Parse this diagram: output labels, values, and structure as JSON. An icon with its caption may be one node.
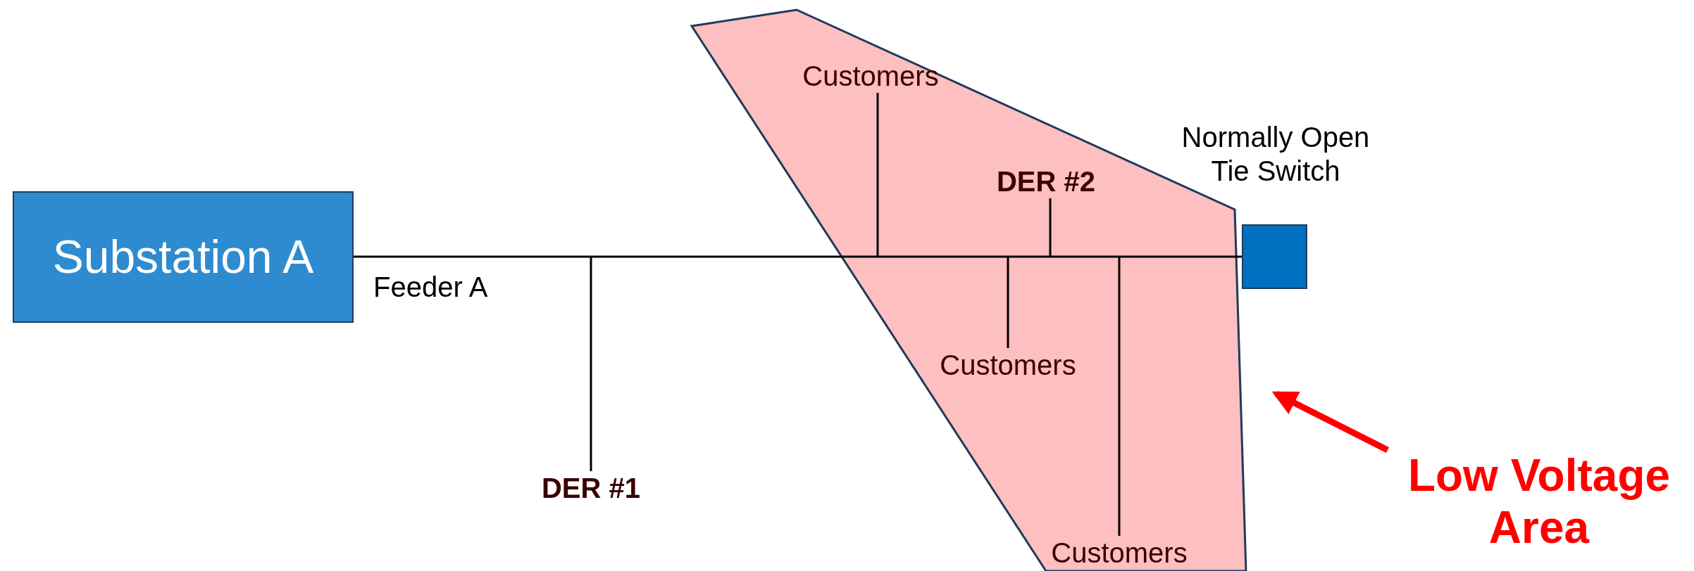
{
  "diagram": {
    "nodes": [
      {
        "text": [
          "Customers"
        ]
      },
      {
        "text": [
          "Normally Open Tie Switch"
        ]
      },
      {
        "text": [
          "DER #2"
        ]
      },
      {
        "text": [
          "Substation A"
        ]
      },
      {
        "text": [
          "Customers"
        ]
      },
      {
        "text": [
          "DER #1"
        ]
      },
      {
        "text": [
          "Customers"
        ]
      },
      {
        "text": [
          "Low Voltage Area"
        ]
      }
    ],
    "edges": [
      {
        "from": 3,
        "to": 1,
        "arrow": "none",
        "label": "Feeder A"
      },
      {
        "from": null,
        "to": 0,
        "arrow": "none"
      },
      {
        "from": null,
        "to": 2,
        "arrow": "none"
      },
      {
        "from": null,
        "to": 4,
        "arrow": "none"
      },
      {
        "from": null,
        "to": 6,
        "arrow": "none"
      },
      {
        "from": null,
        "to": 5,
        "arrow": "none"
      },
      {
        "from": 7,
        "to": null,
        "arrow": "to",
        "style": "thick",
        "color": "#ff0000"
      }
    ]
  }
}
